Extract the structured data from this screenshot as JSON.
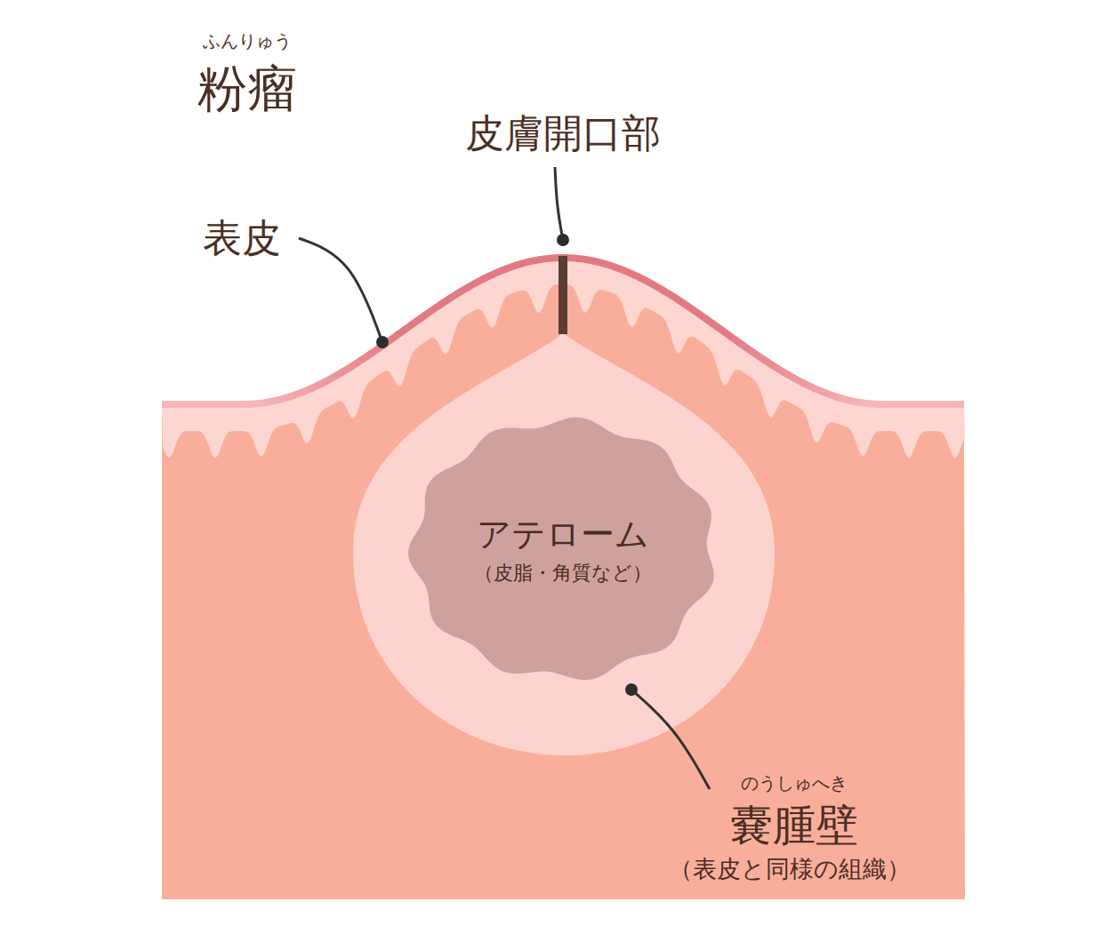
{
  "diagram": {
    "title": "粉瘤",
    "nodes": [
      {
        "text": [
          "アテローム",
          "（皮脂・角質など）"
        ]
      }
    ],
    "labels": [
      "ふんりゅう",
      "皮膚開口部",
      "表皮",
      "のうしゅへき",
      "嚢腫壁",
      "（表皮と同様の組織）"
    ]
  }
}
